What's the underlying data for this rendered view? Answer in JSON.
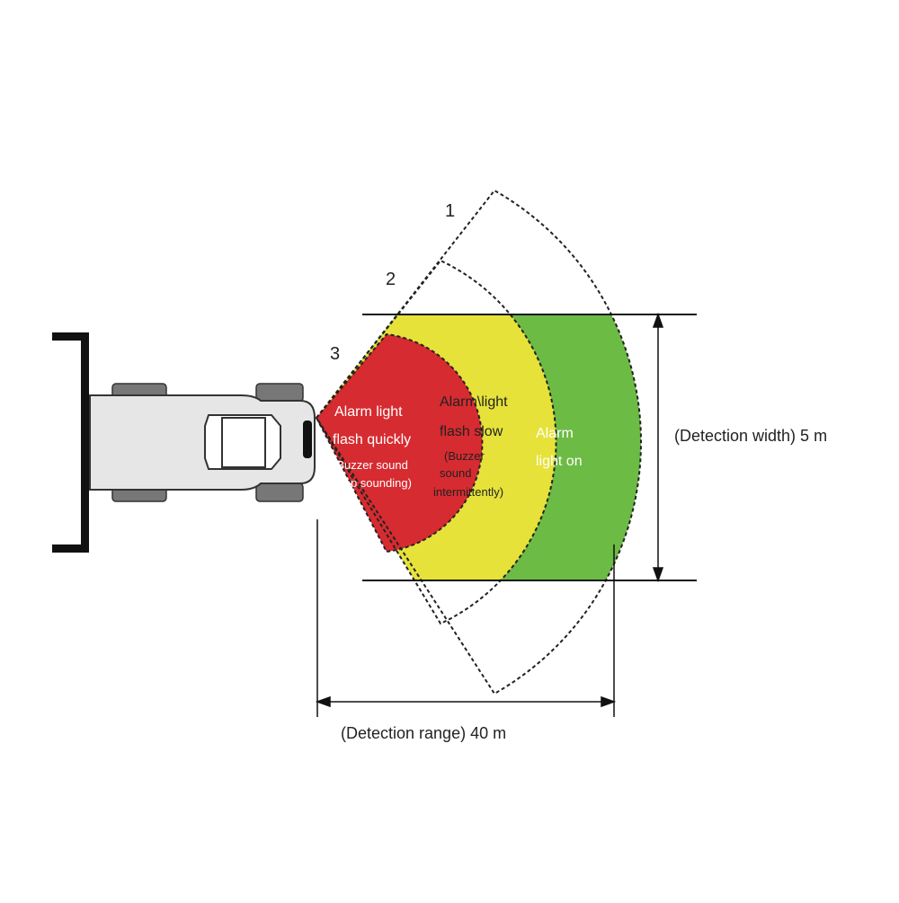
{
  "zone_numbers": {
    "outer": "1",
    "middle": "2",
    "inner": "3"
  },
  "inner_zone": {
    "line1": "Alarm light",
    "line2": "flash quickly",
    "line3": "(Buzzer sound",
    "line4": "keep sounding)",
    "color": "#d62b30"
  },
  "middle_zone": {
    "line1": "Alarm\\light",
    "line2": "flash slow",
    "line3": "(Buzzer",
    "line4": "sound",
    "line5": "intermittently)",
    "color": "#e6e23a"
  },
  "outer_zone": {
    "line1": "Alarm",
    "line2": "light on",
    "color": "#6cbb45"
  },
  "dimensions": {
    "width_label": "(Detection width) 5 m",
    "range_label": "(Detection range) 40 m"
  },
  "icons": {
    "vehicle": "forklift-icon"
  }
}
